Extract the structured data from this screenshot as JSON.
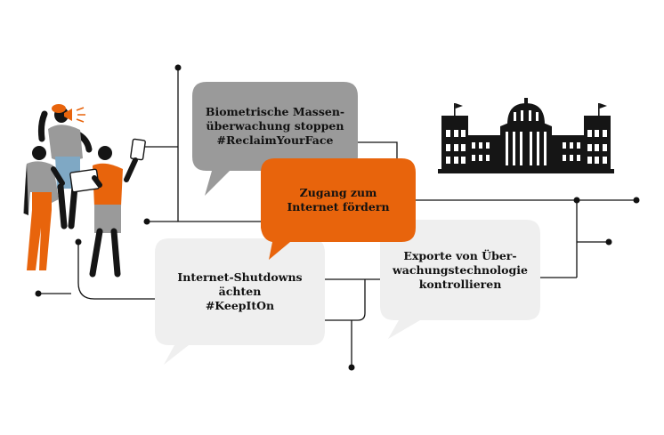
{
  "bubbles": {
    "biometric": {
      "text": "Biometrische Massen-\nüberwachung stoppen\n#ReclaimYourFace",
      "fill": "#9a9a9a"
    },
    "internet_access": {
      "text": "Zugang zum\nInternet fördern",
      "fill": "#e8640c"
    },
    "shutdowns": {
      "text": "Internet-Shutdowns\nächten\n#KeepItOn",
      "fill": "#efefef"
    },
    "export": {
      "text": "Exporte von Über-\nwachungstechnologie\nkontrollieren",
      "fill": "#efefef"
    }
  },
  "colors": {
    "line": "#111111",
    "accent": "#e8640c",
    "blue": "#7fa8c4",
    "gray": "#9a9a9a",
    "dark": "#151515"
  },
  "icons": {
    "people": "protest-group-icon",
    "building": "reichstag-building-icon"
  }
}
